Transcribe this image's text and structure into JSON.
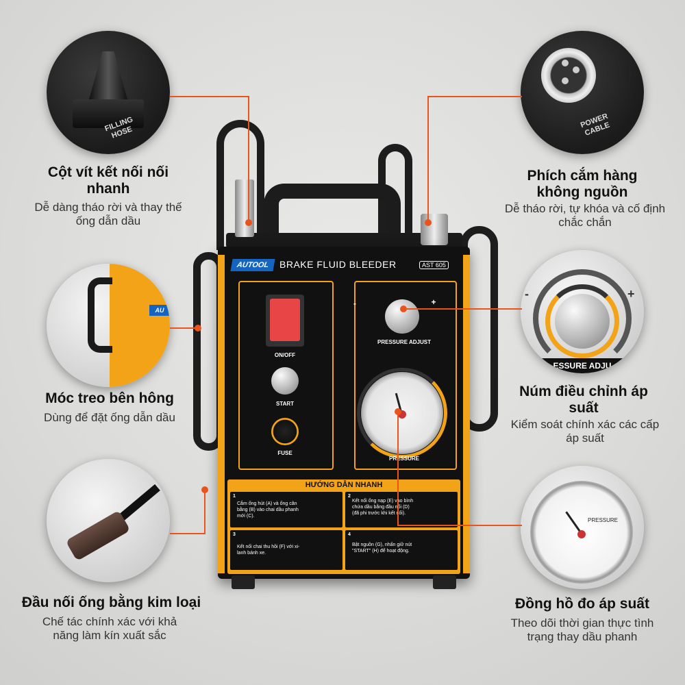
{
  "product": {
    "brand": "AUTOOL",
    "name": "BRAKE FLUID BLEEDER",
    "model": "AST 605",
    "controls": {
      "onoff_label": "ON/OFF",
      "start_label": "START",
      "fuse_label": "FUSE",
      "pressure_adjust_label": "PRESSURE ADJUST",
      "pressure_label": "PRESSURE",
      "minus": "-",
      "plus": "+"
    },
    "quick_guide": {
      "title": "HƯỚNG DẪN NHANH",
      "steps": [
        {
          "num": "1",
          "text": "Cắm ống hút (A) và ống cân bằng (B) vào chai dầu phanh mới (C)."
        },
        {
          "num": "2",
          "text": "Kết nối ống nạp (E) vào bình chứa dầu bằng đầu nối (D) (đã phi trước khi kết nối)."
        },
        {
          "num": "3",
          "text": "Kết nối chai thu hồi (F) với xi-lanh bánh xe."
        },
        {
          "num": "4",
          "text": "Bật nguồn (G), nhấn giữ nút \"START\" (H) để hoạt động."
        }
      ]
    }
  },
  "features": {
    "quick_connector": {
      "image_label": "FILLING HOSE",
      "title": "Cột vít kết nối nối nhanh",
      "desc": "Dễ dàng tháo rời và thay thế ống dẫn dầu"
    },
    "side_hook": {
      "image_label": "AU",
      "title": "Móc treo bên hông",
      "desc": "Dùng để đặt ống dẫn dầu"
    },
    "metal_connector": {
      "title": "Đầu nối ống bằng kim loại",
      "desc": "Chế tác chính xác với khả năng làm kín xuất sắc"
    },
    "power_plug": {
      "image_label": "POWER CABLE",
      "title": "Phích cắm hàng không nguồn",
      "desc": "Dễ tháo rời, tự khóa và cố định chắc chắn"
    },
    "pressure_knob": {
      "image_label": "ESSURE ADJU",
      "minus": "-",
      "plus": "+",
      "title": "Núm điều chỉnh áp suất",
      "desc": "Kiểm soát chính xác các cấp áp suất"
    },
    "pressure_gauge": {
      "image_label": "PRESSURE",
      "title": "Đồng hồ đo áp suất",
      "desc": "Theo dõi thời gian thực tình trạng thay dầu phanh"
    }
  },
  "colors": {
    "accent": "#e8541c",
    "machine_yellow": "#f3a317",
    "machine_black": "#111111"
  }
}
